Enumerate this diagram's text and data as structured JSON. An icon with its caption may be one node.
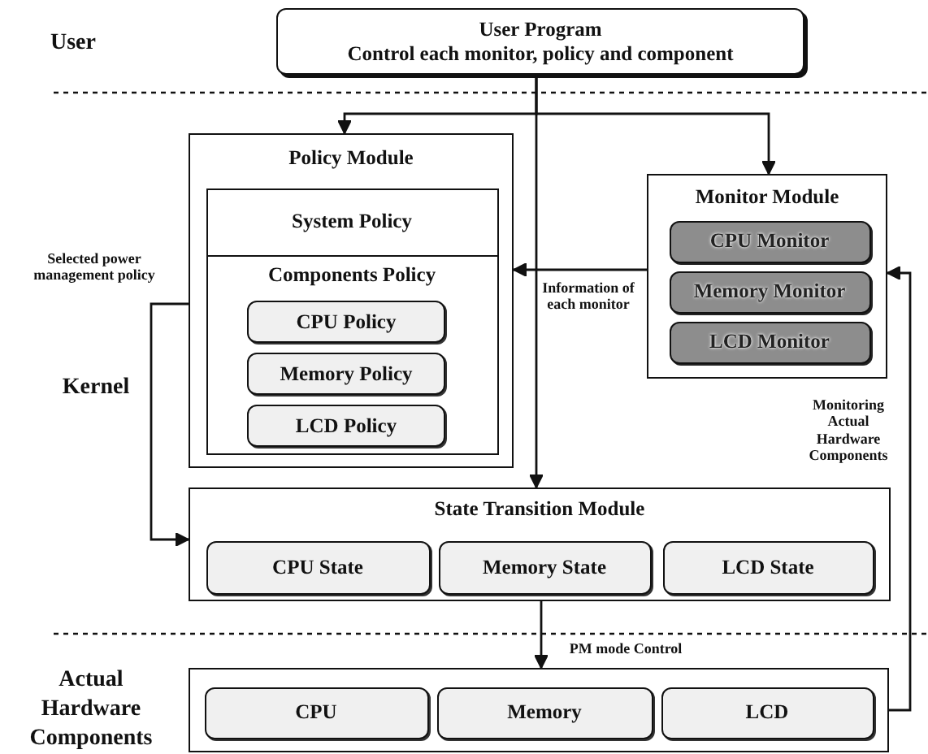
{
  "diagram": {
    "nodes": [
      {
        "text": [
          "User Program",
          "Control each monitor, policy and component"
        ]
      },
      {
        "text": [
          "Policy Module"
        ]
      },
      {
        "text": [
          "System Policy"
        ],
        "in": 1
      },
      {
        "text": [
          "Components Policy"
        ],
        "in": 1
      },
      {
        "text": [
          "CPU Policy"
        ],
        "in": 3
      },
      {
        "text": [
          "Memory Policy"
        ],
        "in": 3
      },
      {
        "text": [
          "LCD Policy"
        ],
        "in": 3
      },
      {
        "text": [
          "Monitor Module"
        ]
      },
      {
        "text": [
          "CPU Monitor"
        ],
        "in": 7
      },
      {
        "text": [
          "Memory Monitor"
        ],
        "in": 7
      },
      {
        "text": [
          "LCD Monitor"
        ],
        "in": 7
      },
      {
        "text": [
          "State Transition Module"
        ]
      },
      {
        "text": [
          "CPU State"
        ],
        "in": 11
      },
      {
        "text": [
          "Memory State"
        ],
        "in": 11
      },
      {
        "text": [
          "LCD State"
        ],
        "in": 11
      },
      {
        "text": [],
        "shape": "box"
      },
      {
        "text": [
          "CPU"
        ],
        "in": 15
      },
      {
        "text": [
          "Memory"
        ],
        "in": 15
      },
      {
        "text": [
          "LCD"
        ],
        "in": 15
      }
    ],
    "edges": [
      {
        "from": 0,
        "to": 1,
        "arrow": "to"
      },
      {
        "from": 0,
        "to": 7,
        "arrow": "to"
      },
      {
        "from": 0,
        "to": 11,
        "arrow": "to"
      },
      {
        "from": 7,
        "to": 1,
        "arrow": "to",
        "label": "Information of each monitor"
      },
      {
        "from": 1,
        "to": 11,
        "arrow": "to",
        "label": "Selected power management policy"
      },
      {
        "from": 11,
        "to": 15,
        "arrow": "to",
        "label": "PM mode Control"
      },
      {
        "from": 15,
        "to": 7,
        "arrow": "to",
        "label": "Monitoring Actual Hardware Components"
      }
    ],
    "labels": [
      "User",
      "Kernel",
      "Actual Hardware Components"
    ]
  }
}
